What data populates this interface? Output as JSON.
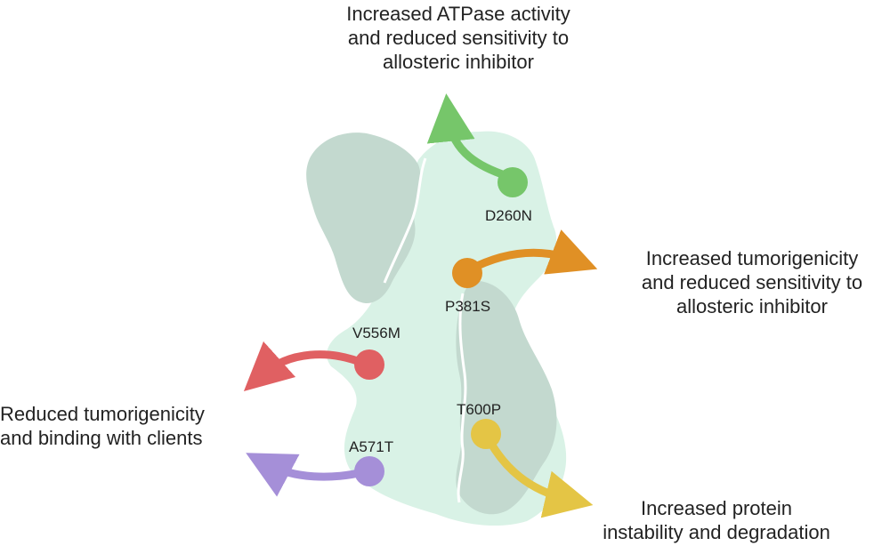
{
  "colors": {
    "background": "#ffffff",
    "protein_light": "#d9f2e6",
    "protein_dark": "#c3d9cf",
    "green": "#76c66a",
    "orange": "#e09025",
    "red": "#e06062",
    "purple": "#a58fd8",
    "yellow": "#e4c545",
    "text": "#222222"
  },
  "mutations": [
    {
      "id": "D260N",
      "color": "green"
    },
    {
      "id": "P381S",
      "color": "orange"
    },
    {
      "id": "V556M",
      "color": "red"
    },
    {
      "id": "T600P",
      "color": "yellow"
    },
    {
      "id": "A571T",
      "color": "purple"
    }
  ],
  "effects": {
    "top": [
      "Increased ATPase activity",
      "and reduced sensitivity to",
      "allosteric inhibitor"
    ],
    "right": [
      "Increased tumorigenicity",
      "and reduced sensitivity to",
      "allosteric inhibitor"
    ],
    "left": [
      "Reduced tumorigenicity",
      "and binding with clients"
    ],
    "bottom": [
      "Increased protein",
      "instability and degradation"
    ]
  }
}
